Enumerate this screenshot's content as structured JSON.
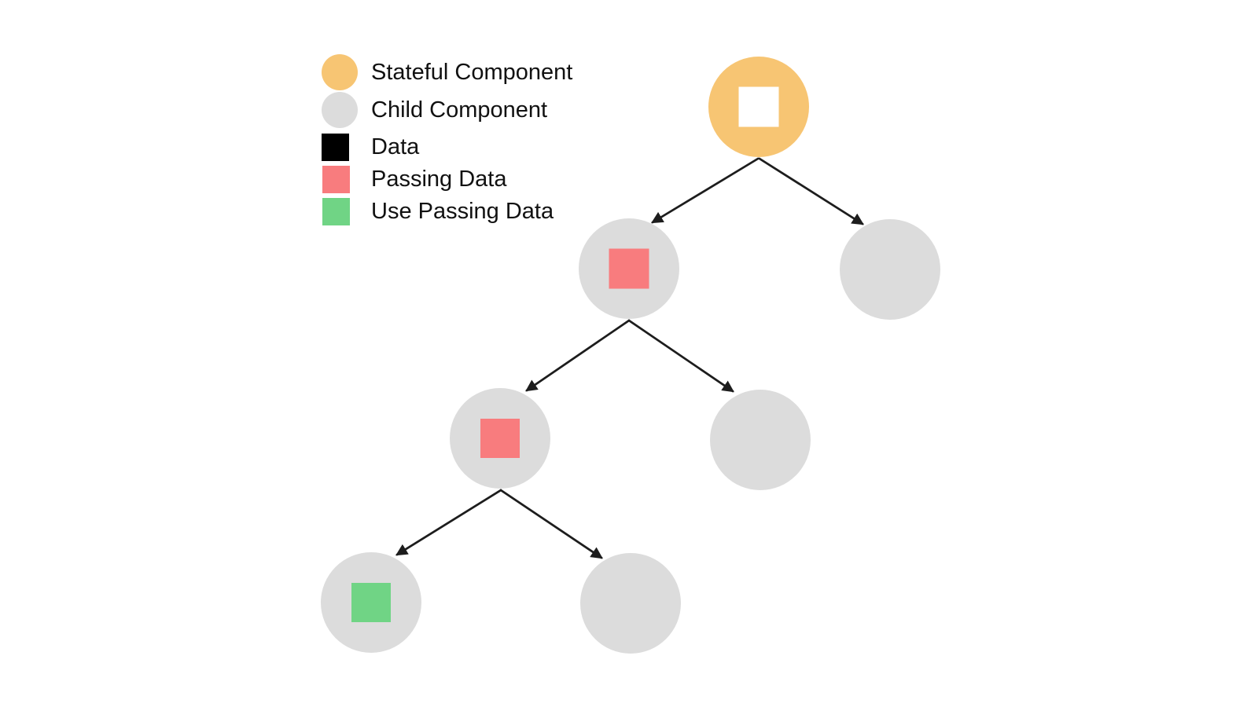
{
  "diagram": {
    "description": "Prop drilling tree diagram: a stateful component passes data down through child components",
    "background": "#FFFFFF"
  },
  "colors": {
    "stateful": "#F7C573",
    "child": "#DCDCDC",
    "data": "#000000",
    "data_in_root": "#FFFFFF",
    "passing_data": "#F87C7E",
    "use_passing_data": "#70D485",
    "arrow": "#1D1D1D",
    "text": "#111111"
  },
  "legend": {
    "items": [
      {
        "label": "Stateful Component",
        "swatch": "circle",
        "color": "#F7C573"
      },
      {
        "label": "Child Component",
        "swatch": "circle",
        "color": "#DCDCDC"
      },
      {
        "label": "Data",
        "swatch": "square",
        "color": "#000000"
      },
      {
        "label": "Passing Data",
        "swatch": "square",
        "color": "#F87C7E"
      },
      {
        "label": "Use Passing Data",
        "swatch": "square",
        "color": "#70D485"
      }
    ]
  },
  "tree": {
    "nodes": [
      {
        "id": "root",
        "type": "stateful-component",
        "badge": "data"
      },
      {
        "id": "child-1",
        "type": "child-component",
        "badge": "passing-data"
      },
      {
        "id": "child-2",
        "type": "child-component",
        "badge": null
      },
      {
        "id": "child-1-1",
        "type": "child-component",
        "badge": "passing-data"
      },
      {
        "id": "child-1-2",
        "type": "child-component",
        "badge": null
      },
      {
        "id": "child-1-1-1",
        "type": "child-component",
        "badge": "use-passing-data"
      },
      {
        "id": "child-1-1-2",
        "type": "child-component",
        "badge": null
      }
    ],
    "edges": [
      {
        "from": "root",
        "to": "child-1"
      },
      {
        "from": "root",
        "to": "child-2"
      },
      {
        "from": "child-1",
        "to": "child-1-1"
      },
      {
        "from": "child-1",
        "to": "child-1-2"
      },
      {
        "from": "child-1-1",
        "to": "child-1-1-1"
      },
      {
        "from": "child-1-1",
        "to": "child-1-1-2"
      }
    ]
  }
}
